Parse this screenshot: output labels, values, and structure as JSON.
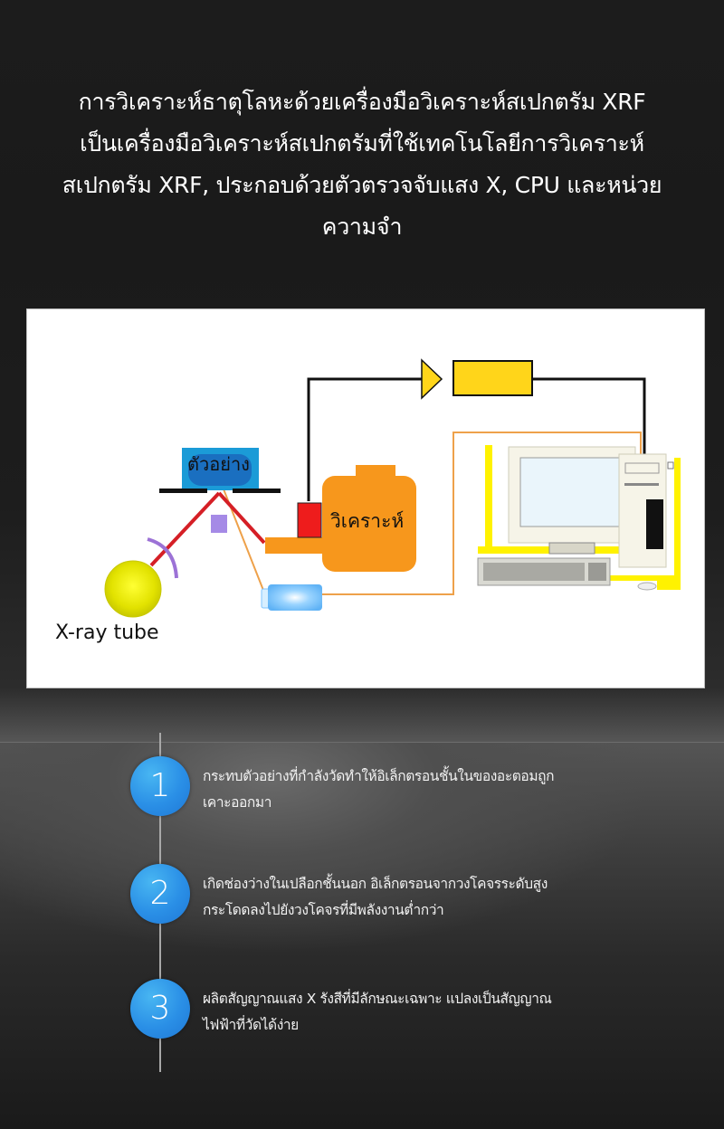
{
  "intro": {
    "lines": [
      "การวิเคราะห์ธาตุโลหะด้วยเครื่องมือวิเคราะห์สเปกตรัม XRF",
      "เป็นเครื่องมือวิเคราะห์สเปกตรัมที่ใช้เทคโนโลยีการวิเคราะห์",
      "สเปกตรัม XRF, ประกอบด้วยตัวตรวจจับแสง X, CPU และหน่วย",
      "ความจำ"
    ]
  },
  "diagram": {
    "labels": {
      "sample": "ตัวอย่าง",
      "analyzer": "วิเคราะห์",
      "xray_tube": "X-ray tube"
    },
    "colors": {
      "sample_box": "#1f8fd0",
      "beam": "#d51f26",
      "analyzer": "#f7971c",
      "detector": "#ee1c1c",
      "amplifier": "#ffd51a",
      "xray_tube": "#e6e600",
      "signal_wire": "#f0a24a",
      "computer_highlight": "#fff200"
    }
  },
  "steps": [
    {
      "number": "1",
      "lines": [
        "กระทบตัวอย่างที่กำลังวัดทำให้อิเล็กตรอนชั้นในของอะตอมถูก",
        "เคาะออกมา"
      ]
    },
    {
      "number": "2",
      "lines": [
        "เกิดช่องว่างในเปลือกชั้นนอก อิเล็กตรอนจากวงโคจรระดับสูง",
        "กระโดดลงไปยังวงโคจรที่มีพลังงานต่ำกว่า"
      ]
    },
    {
      "number": "3",
      "lines": [
        "ผลิตสัญญาณแสง X รังสีที่มีลักษณะเฉพาะ แปลงเป็นสัญญาณ",
        "ไฟฟ้าที่วัดได้ง่าย"
      ]
    }
  ]
}
